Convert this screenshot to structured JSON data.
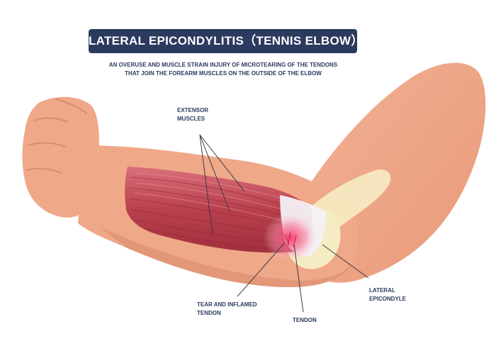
{
  "title": "LATERAL EPICONDYLITIS（TENNIS ELBOW）",
  "subtitle": "AN OVERUSE AND MUSCLE STRAIN INJURY OF MICROTEARING OF THE TENDONS THAT JOIN THE FOREARM MUSCLES ON THE OUTSIDE OF THE ELBOW",
  "labels": {
    "extensor_muscles": "EXTENSOR MUSCLES",
    "tear_and_inflamed_tendon": "TEAR AND INFLAMED TENDON",
    "tendon": "TENDON",
    "lateral_epicondyle": "LATERAL EPICONDYLE"
  },
  "colors": {
    "skin": "#efa888",
    "skin_shadow": "#d98d6e",
    "muscle": "#b9404c",
    "muscle_light": "#d9707a",
    "bone": "#f6ecc4",
    "tendon_white": "#f3f0f6",
    "inflammation": "#f2507a",
    "title_bg": "#2b3a5e",
    "label_text": "#2b3a5e",
    "pointer_line": "#3a3a4a"
  }
}
